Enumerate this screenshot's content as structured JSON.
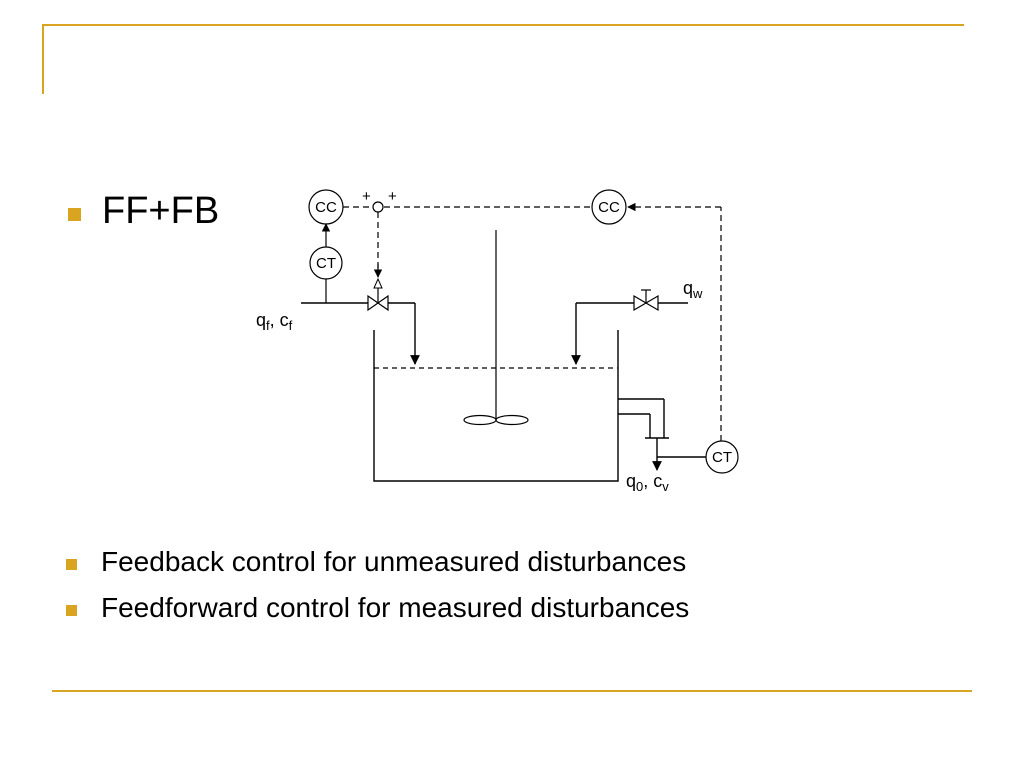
{
  "theme": {
    "accent": "#D9A521",
    "line": "#000000"
  },
  "slide": {
    "heading": "FF+FB",
    "bullets": [
      "Feedback control for unmeasured disturbances",
      "Feedforward control for measured disturbances"
    ]
  },
  "diagram": {
    "controller_left": "CC",
    "controller_right": "CC",
    "transmitter_feed": "CT",
    "transmitter_outlet": "CT",
    "summer_sign_left": "+",
    "summer_sign_right": "+",
    "feed_label": {
      "q": "q",
      "q_sub": "f",
      "sep": ", c",
      "c_sub": "f"
    },
    "water_label": {
      "q": "q",
      "q_sub": "w"
    },
    "outlet_label": {
      "q": "q",
      "q_sub": "0",
      "sep": ", c",
      "c_sub": "v"
    }
  }
}
